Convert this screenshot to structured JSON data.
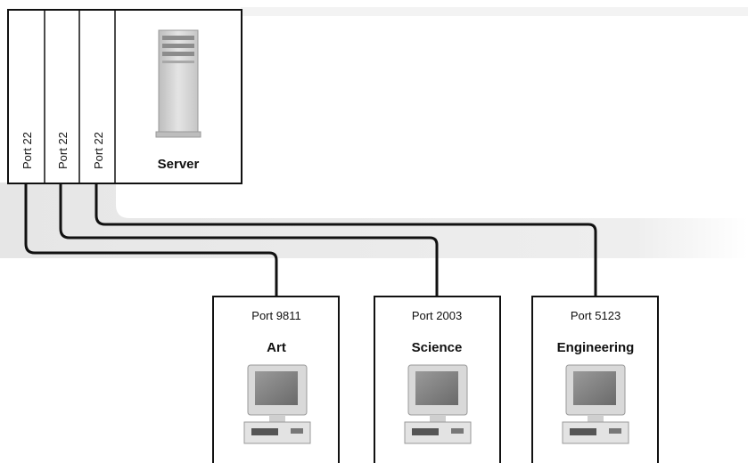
{
  "server": {
    "label": "Server",
    "ports": [
      "Port 22",
      "Port 22",
      "Port 22"
    ],
    "icon": "server-tower-icon"
  },
  "clients": [
    {
      "name": "Art",
      "port": "Port 9811",
      "icon": "desktop-computer-icon"
    },
    {
      "name": "Science",
      "port": "Port 2003",
      "icon": "desktop-computer-icon"
    },
    {
      "name": "Engineering",
      "port": "Port 5123",
      "icon": "desktop-computer-icon"
    }
  ],
  "colors": {
    "line": "#111111",
    "band": "#ececec",
    "box_border": "#111111"
  }
}
